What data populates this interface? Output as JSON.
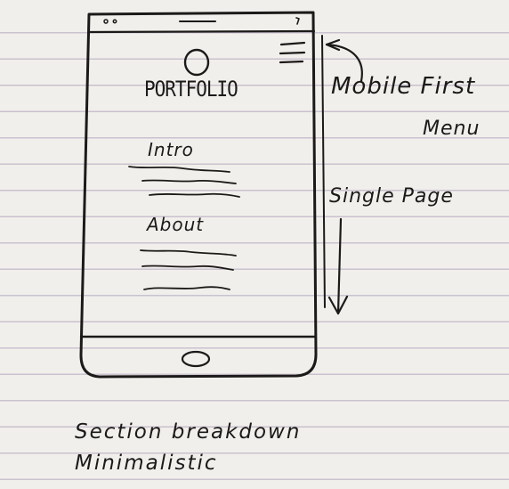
{
  "phone": {
    "brand": "PORTFOLIO",
    "sections": [
      {
        "label": "Intro"
      },
      {
        "label": "About"
      }
    ]
  },
  "annotations": {
    "menu_line1": "Mobile First",
    "menu_line2": "Menu",
    "scroll": "Single Page"
  },
  "notes": {
    "line1": "Section breakdown",
    "line2": "Minimalistic"
  },
  "icons": [
    "hamburger-menu-icon",
    "logo-circle-icon",
    "home-button-icon"
  ]
}
